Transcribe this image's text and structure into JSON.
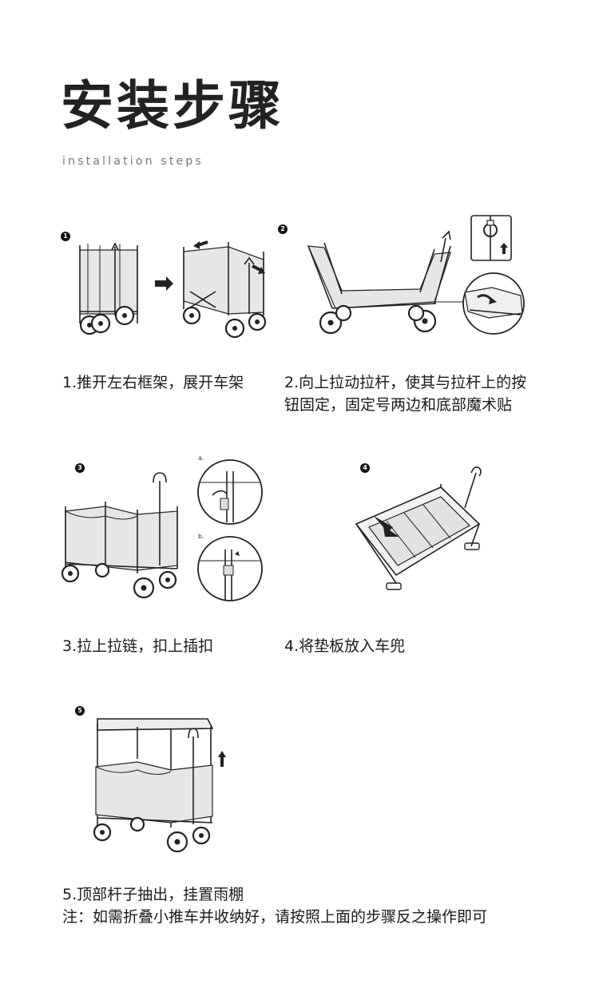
{
  "header": {
    "title": "安装步骤",
    "subtitle": "installation steps"
  },
  "steps": [
    {
      "number": "1",
      "caption": "1.推开左右框架，展开车架"
    },
    {
      "number": "2",
      "caption_line1": "2.向上拉动拉杆，使其与拉杆上的按",
      "caption_line2": "钮固定，固定号两边和底部魔术贴"
    },
    {
      "number": "3",
      "caption": "3.拉上拉链，扣上插扣",
      "detail_a": "a.",
      "detail_b": "b."
    },
    {
      "number": "4",
      "caption": "4.将垫板放入车兜"
    },
    {
      "number": "5",
      "caption": "5.顶部杆子抽出，挂置雨棚"
    }
  ],
  "note": "注：如需折叠小推车并收纳好，请按照上面的步骤反之操作即可"
}
